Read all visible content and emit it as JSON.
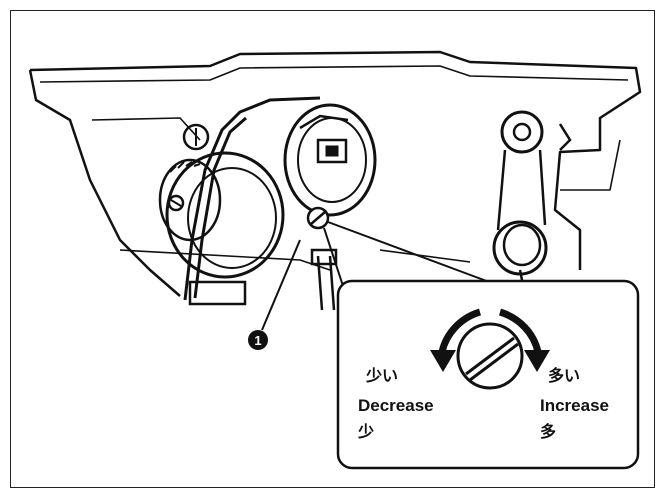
{
  "callout": {
    "marker": "1",
    "left_labels": {
      "jp1": "少い",
      "en": "Decrease",
      "jp2": "少"
    },
    "right_labels": {
      "jp1": "多い",
      "en": "Increase",
      "jp2": "多"
    }
  }
}
